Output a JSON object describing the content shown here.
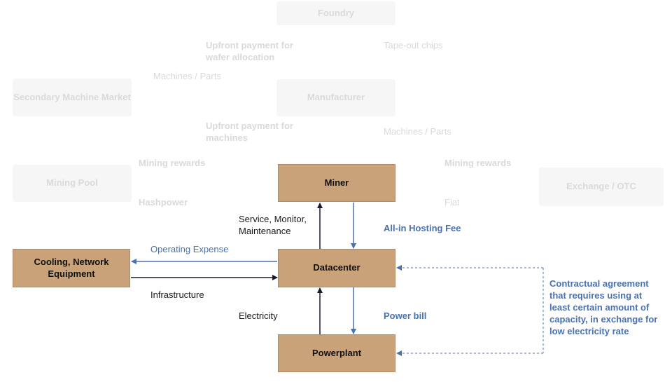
{
  "faded_nodes": {
    "foundry": "Foundry",
    "secondary_market": "Secondary Machine Market",
    "manufacturer": "Manufacturer",
    "mining_pool": "Mining Pool",
    "exchange": "Exchange / OTC"
  },
  "faded_labels": {
    "upfront_wafer": "Upfront payment for wafer allocation",
    "tapeout": "Tape-out chips",
    "machines_parts_left": "Machines / Parts",
    "upfront_machines": "Upfront payment for machines",
    "machines_parts_right": "Machines / Parts",
    "mining_rewards_left": "Mining rewards",
    "mining_rewards_right": "Mining rewards",
    "hashpower": "Hashpower",
    "fiat": "Fiat"
  },
  "nodes": {
    "miner": "Miner",
    "datacenter": "Datacenter",
    "powerplant": "Powerplant",
    "cooling": "Cooling, Network Equipment"
  },
  "edges": {
    "service": "Service, Monitor, Maintenance",
    "hosting_fee": "All-in Hosting Fee",
    "operating_expense": "Operating Expense",
    "infrastructure": "Infrastructure",
    "electricity": "Electricity",
    "power_bill": "Power bill",
    "contract": "Contractual agreement that requires using at least certain amount of capacity, in exchange for low electricity rate"
  },
  "colors": {
    "node_fill": "#caa27a",
    "faded_fill": "#f6f6f6",
    "faded_text": "#d9d9d9",
    "blue_arrow": "#4a72b0",
    "dark_arrow": "#1a1a2e"
  }
}
